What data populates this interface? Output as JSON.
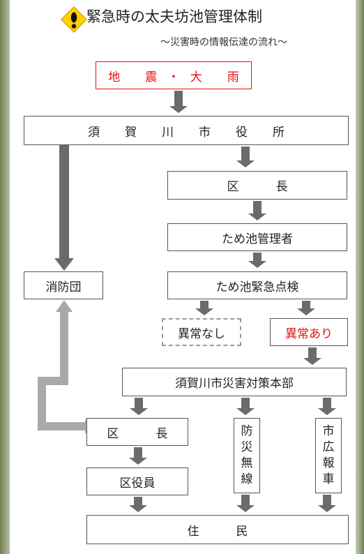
{
  "header": {
    "title": "緊急時の太夫坊池管理体制",
    "subtitle": "～災害時の情報伝達の流れ～"
  },
  "boxes": {
    "earthquake": "地 震・大 雨",
    "city_hall": "須 賀 川 市 役 所",
    "district_head_top": "区 長",
    "pond_manager": "ため池管理者",
    "fire_brigade": "消防団",
    "emergency_check": "ため池緊急点検",
    "no_abnormality": "異常なし",
    "abnormality": "異常あり",
    "disaster_hq": "須賀川市災害対策本部",
    "district_head_bottom": "区 長",
    "district_officers": "区役員",
    "disaster_radio": [
      "防",
      "災",
      "無",
      "線"
    ],
    "pr_car": [
      "市",
      "広",
      "報",
      "車"
    ],
    "residents": "住 民"
  },
  "colors": {
    "alert_red": "#e01010",
    "arrow_gray": "#6b6b6b",
    "feedback_arrow_gray": "#a9a9a9",
    "warning_yellow": "#ffd200"
  },
  "icons": {
    "warning": "warning-diamond-icon"
  }
}
